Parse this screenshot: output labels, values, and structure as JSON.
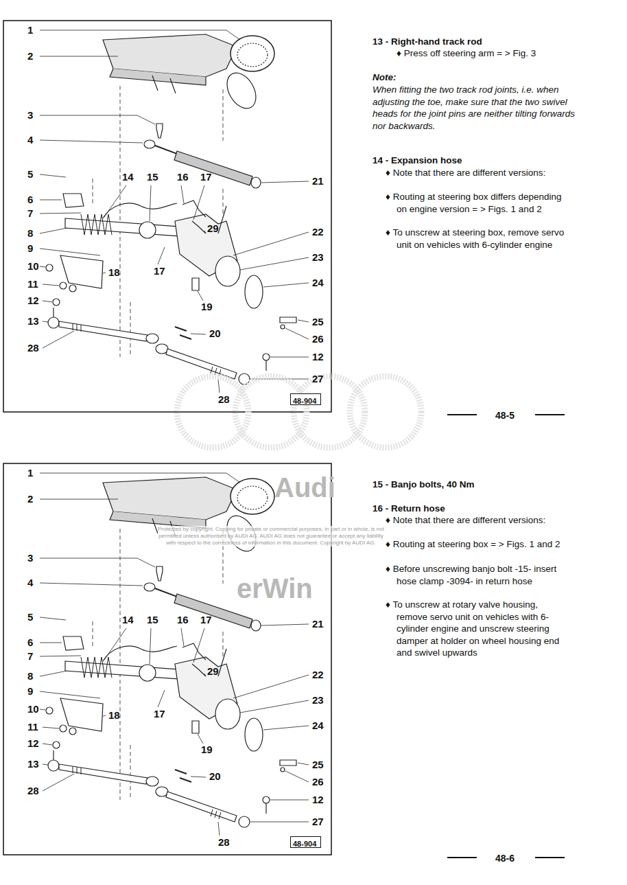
{
  "diagram": {
    "nodes": [
      {
        "text": [
          "48-904"
        ]
      },
      {
        "text": [
          "48-904"
        ]
      }
    ],
    "labels": [
      "1",
      "2",
      "3",
      "4",
      "5",
      "6",
      "7",
      "8",
      "9",
      "10",
      "11",
      "12",
      "13",
      "28",
      "14",
      "15",
      "16",
      "17",
      "29",
      "17",
      "18",
      "19",
      "20",
      "21",
      "22",
      "23",
      "24",
      "25",
      "26",
      "12",
      "27",
      "28",
      "13 - Right-hand track rod",
      "♦ Press off steering arm = > Fig. 3",
      "Note:",
      "When fitting the two track rod joints, i.e. when adjusting the toe, make sure that the two swivel heads for the joint pins are neither tilting forwards nor backwards.",
      "14 - Expansion hose",
      "♦ Note that there are different versions:",
      "♦ Routing at steering box differs depending on engine version = > Figs. 1 and 2",
      "♦ To unscrew at steering box, remove servo unit on vehicles with 6-cylinder engine",
      "48-5",
      "Protected by copyright. Copying for private or commercial purposes, in part or in whole, is not permitted unless authorised by AUDI AG. AUDI AG does not guarantee or accept any liability with respect to the correctness of information in this document. Copyright by AUDI AG.",
      "Audi",
      "erWin",
      "1",
      "2",
      "3",
      "4",
      "5",
      "6",
      "7",
      "8",
      "9",
      "10",
      "11",
      "12",
      "13",
      "28",
      "14",
      "15",
      "16",
      "17",
      "29",
      "17",
      "18",
      "19",
      "20",
      "21",
      "22",
      "23",
      "24",
      "25",
      "26",
      "12",
      "27",
      "28",
      "15 - Banjo bolts, 40 Nm",
      "16 - Return hose",
      "♦ Note that there are different versions:",
      "♦ Routing at steering box = > Figs. 1 and 2",
      "♦ Before unscrewing banjo bolt -15- insert hose clamp -3094- in return hose",
      "♦ To unscrew at rotary valve housing, remove servo unit on vehicles with 6-cylinder engine and unscrew steering damper at holder on wheel housing end and swivel upwards",
      "48-6"
    ]
  }
}
